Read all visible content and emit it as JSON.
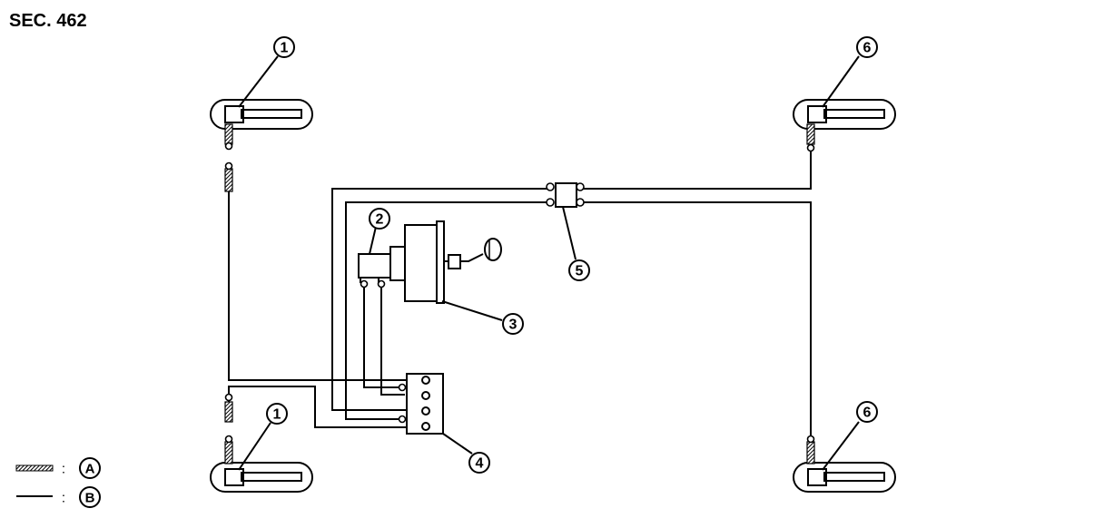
{
  "header": {
    "section": "SEC. 462"
  },
  "callouts": {
    "c1": "1",
    "c2": "2",
    "c3": "3",
    "c4": "4",
    "c5": "5",
    "c6": "6"
  },
  "legend": {
    "a_letter": "A",
    "b_letter": "B",
    "separator": ":"
  }
}
